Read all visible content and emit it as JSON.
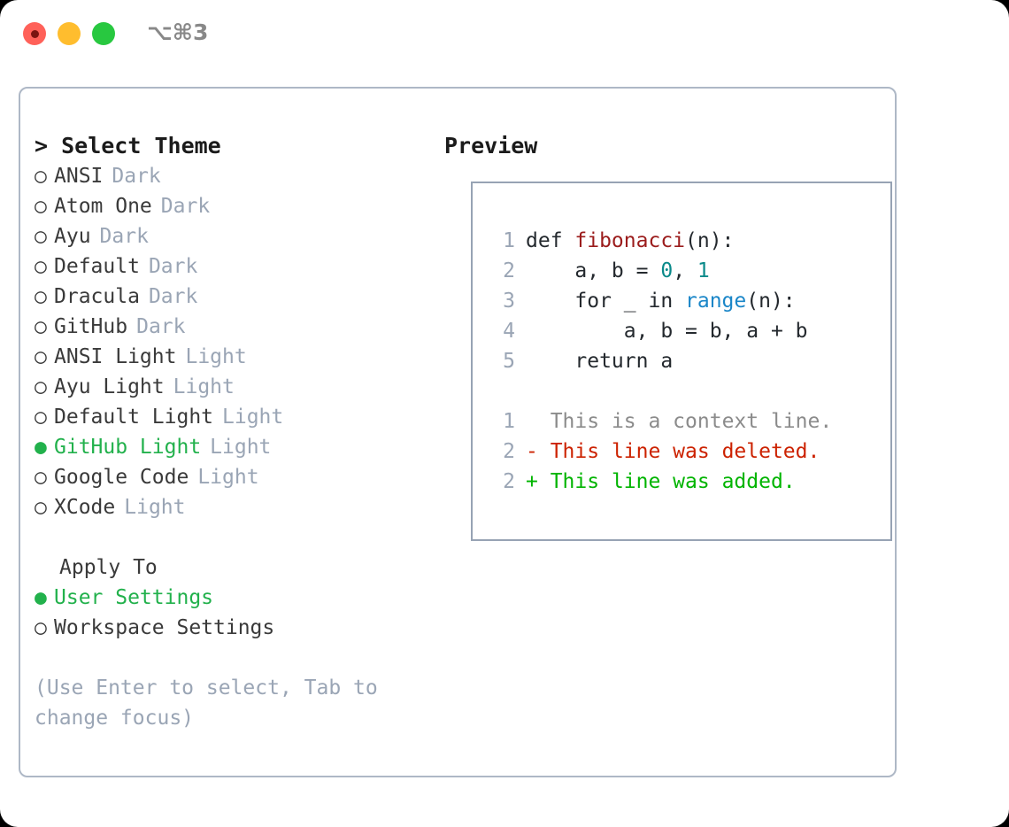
{
  "titlebar": {
    "shortcut": "⌥⌘3",
    "buttons": [
      {
        "name": "close",
        "color": "#ff6159"
      },
      {
        "name": "minimize",
        "color": "#ffbd2e"
      },
      {
        "name": "zoom",
        "color": "#28c840"
      }
    ]
  },
  "theme_picker": {
    "heading": "> Select Theme",
    "selected_marker": "●",
    "unselected_marker": "○",
    "accent_color": "#22b14c",
    "muted_color": "#9aa5b5",
    "options": [
      {
        "marker": "○",
        "name": "ANSI",
        "category": "Dark",
        "selected": false
      },
      {
        "marker": "○",
        "name": "Atom One",
        "category": "Dark",
        "selected": false
      },
      {
        "marker": "○",
        "name": "Ayu",
        "category": "Dark",
        "selected": false
      },
      {
        "marker": "○",
        "name": "Default",
        "category": "Dark",
        "selected": false
      },
      {
        "marker": "○",
        "name": "Dracula",
        "category": "Dark",
        "selected": false
      },
      {
        "marker": "○",
        "name": "GitHub",
        "category": "Dark",
        "selected": false
      },
      {
        "marker": "○",
        "name": "ANSI Light",
        "category": "Light",
        "selected": false
      },
      {
        "marker": "○",
        "name": "Ayu Light",
        "category": "Light",
        "selected": false
      },
      {
        "marker": "○",
        "name": "Default Light",
        "category": "Light",
        "selected": false
      },
      {
        "marker": "●",
        "name": "GitHub Light",
        "category": "Light",
        "selected": true
      },
      {
        "marker": "○",
        "name": "Google Code",
        "category": "Light",
        "selected": false
      },
      {
        "marker": "○",
        "name": "XCode",
        "category": "Light",
        "selected": false
      }
    ]
  },
  "apply_to": {
    "title": "Apply To",
    "options": [
      {
        "marker": "●",
        "label": "User Settings",
        "selected": true
      },
      {
        "marker": "○",
        "label": "Workspace Settings",
        "selected": false
      }
    ]
  },
  "hint": "(Use Enter to select, Tab to change focus)",
  "preview": {
    "heading": "Preview",
    "code_lines": [
      {
        "num": "1",
        "tokens": [
          {
            "text": "def ",
            "type": "plain"
          },
          {
            "text": "fibonacci",
            "type": "fn"
          },
          {
            "text": "(n):",
            "type": "plain"
          }
        ]
      },
      {
        "num": "2",
        "tokens": [
          {
            "text": "    a, b = ",
            "type": "plain"
          },
          {
            "text": "0",
            "type": "num"
          },
          {
            "text": ", ",
            "type": "plain"
          },
          {
            "text": "1",
            "type": "num"
          }
        ]
      },
      {
        "num": "3",
        "tokens": [
          {
            "text": "    for _ in ",
            "type": "plain"
          },
          {
            "text": "range",
            "type": "kw"
          },
          {
            "text": "(n):",
            "type": "plain"
          }
        ]
      },
      {
        "num": "4",
        "tokens": [
          {
            "text": "        a, b = b, a + b",
            "type": "plain"
          }
        ]
      },
      {
        "num": "5",
        "tokens": [
          {
            "text": "    return a",
            "type": "plain"
          }
        ]
      }
    ],
    "diff_lines": [
      {
        "num": "1",
        "sign": " ",
        "text": " This is a context line.",
        "kind": "context"
      },
      {
        "num": "2",
        "sign": "-",
        "text": " This line was deleted.",
        "kind": "deleted"
      },
      {
        "num": "2",
        "sign": "+",
        "text": " This line was added.",
        "kind": "added"
      }
    ],
    "colors": {
      "function": "#9b1c1c",
      "number": "#0a8a8a",
      "keyword": "#1a86c8",
      "context": "#8b8b8b",
      "deleted": "#cc2200",
      "added": "#00b400",
      "line_number": "#9aa5b5",
      "border": "#97a3b4"
    }
  }
}
